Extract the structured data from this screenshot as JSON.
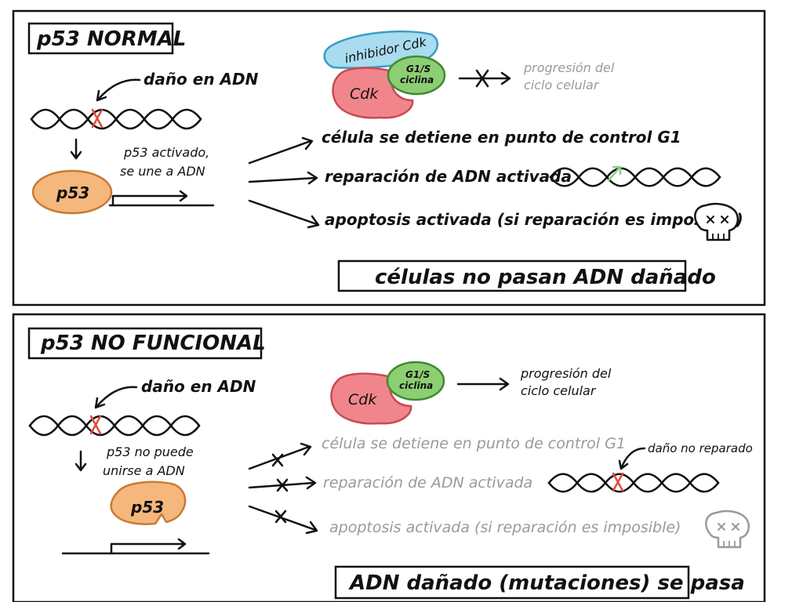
{
  "colors": {
    "ink": "#111111",
    "faded": "#9a9a9a",
    "cdk_fill": "#f0868c",
    "cdk_stroke": "#c84a52",
    "cyclin_fill": "#8ccf73",
    "cyclin_stroke": "#3f8a2f",
    "inhibitor_fill": "#a9dcef",
    "inhibitor_stroke": "#3a9cc4",
    "p53_fill": "#f5b77c",
    "p53_stroke": "#c87a34",
    "damage_mark": "#e24a3b",
    "repair_arrow": "#8ed089"
  },
  "normal": {
    "title": "p53 NORMAL",
    "damage_label": "daño en ADN",
    "activation_label": [
      "p53 activado,",
      "se une a ADN"
    ],
    "p53_label": "p53",
    "inhibitor_label": "inhibidor Cdk",
    "cdk_label": "Cdk",
    "cyclin_label": [
      "G1/S",
      "ciclina"
    ],
    "progression_label": [
      "progresión del",
      "ciclo celular"
    ],
    "outcomes": [
      "célula se detiene en punto de control G1",
      "reparación de ADN activada",
      "apoptosis activada (si reparación es imposible)"
    ],
    "summary": "células no pasan ADN dañado"
  },
  "nonfunctional": {
    "title": "p53 NO FUNCIONAL",
    "damage_label": "daño en ADN",
    "binding_label": [
      "p53 no puede",
      "unirse a ADN"
    ],
    "p53_label": "p53",
    "cdk_label": "Cdk",
    "cyclin_label": [
      "G1/S",
      "ciclina"
    ],
    "progression_label": [
      "progresión del",
      "ciclo celular"
    ],
    "outcomes": [
      "célula se detiene en punto de control G1",
      "reparación de ADN activada",
      "apoptosis activada (si reparación es imposible)"
    ],
    "unrepaired_label": "daño no reparado",
    "summary": "ADN dañado (mutaciones) se pasa"
  }
}
